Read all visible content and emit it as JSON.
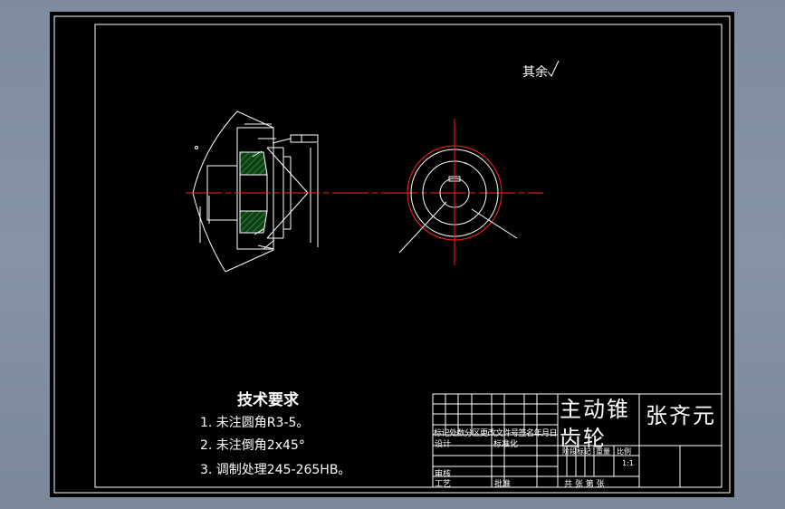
{
  "roughness_note": "其余",
  "technical_requirements": {
    "title": "技术要求",
    "items": [
      "1. 未注圆角R3-5。",
      "2. 未注倒角2x45°",
      "3. 调制处理245-265HB。"
    ]
  },
  "title_block": {
    "part_name_1": "主动锥",
    "part_name_2": "齿轮",
    "designer_name": "张齐元",
    "revision_header": "标记处数分区更改文件号签名年月日",
    "design_label": "设计",
    "standardization_label": "标准化",
    "stage_label": "阶段标记",
    "weight_label": "重量",
    "scale_label": "比例",
    "scale_value": "1:1",
    "review_label": "审核",
    "process_label": "工艺",
    "approve_label": "批准",
    "sheet_label": "共 张 第 张"
  },
  "colors": {
    "background": "#7f8ca0",
    "sheet": "#000000",
    "line": "#ffffff",
    "centerline": "#ff2020",
    "hatch": "#1f7a2a"
  }
}
